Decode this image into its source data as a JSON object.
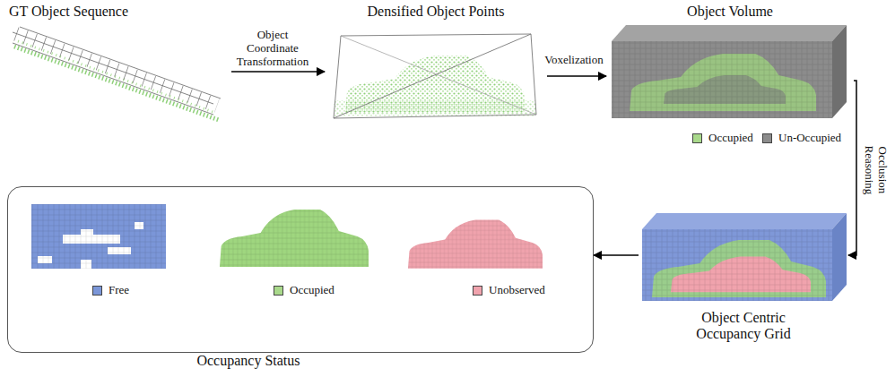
{
  "diagram": {
    "nodes": [
      {
        "text": [
          "GT Object Sequence"
        ]
      },
      {
        "text": [
          "Densified Object Points"
        ]
      },
      {
        "text": [
          "Object Volume"
        ]
      },
      {
        "text": [
          "Object Centric Occupancy Grid"
        ]
      },
      {
        "text": [
          "Occupancy Status"
        ]
      }
    ],
    "edges": [
      {
        "from": 0,
        "to": 1,
        "arrow": "to",
        "label": "Object Coordinate Transformation"
      },
      {
        "from": 1,
        "to": 2,
        "arrow": "to",
        "label": "Voxelization"
      },
      {
        "from": 2,
        "to": 3,
        "arrow": "to",
        "label": "Occlusion Reasoning"
      },
      {
        "from": 3,
        "to": 4,
        "arrow": "to"
      }
    ],
    "legend": [
      {
        "text": "Occupied",
        "color": "#a9d98b"
      },
      {
        "text": "Un-Occupied",
        "color": "#8c8c8c"
      },
      {
        "text": "Free",
        "color": "#7b96d8"
      },
      {
        "text": "Occupied",
        "color": "#a9d98b"
      },
      {
        "text": "Unobserved",
        "color": "#f0a3ad"
      }
    ]
  }
}
